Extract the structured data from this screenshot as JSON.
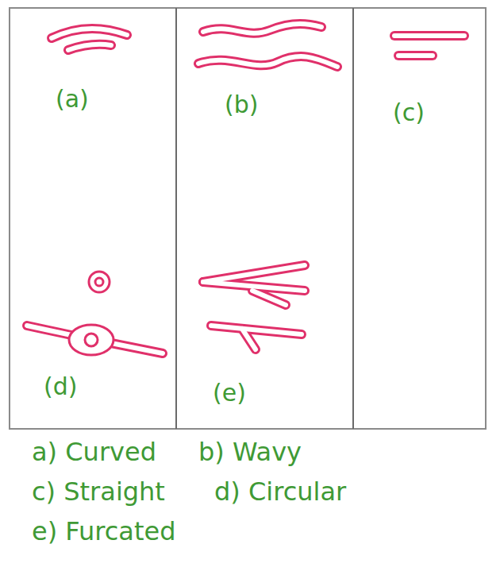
{
  "diagram": {
    "labels": [
      "(a)",
      "(b)",
      "(c)",
      "(d)",
      "(e)",
      "a) Curved",
      "b) Wavy",
      "c) Straight",
      "d) Circular",
      "e) Furcated"
    ]
  }
}
